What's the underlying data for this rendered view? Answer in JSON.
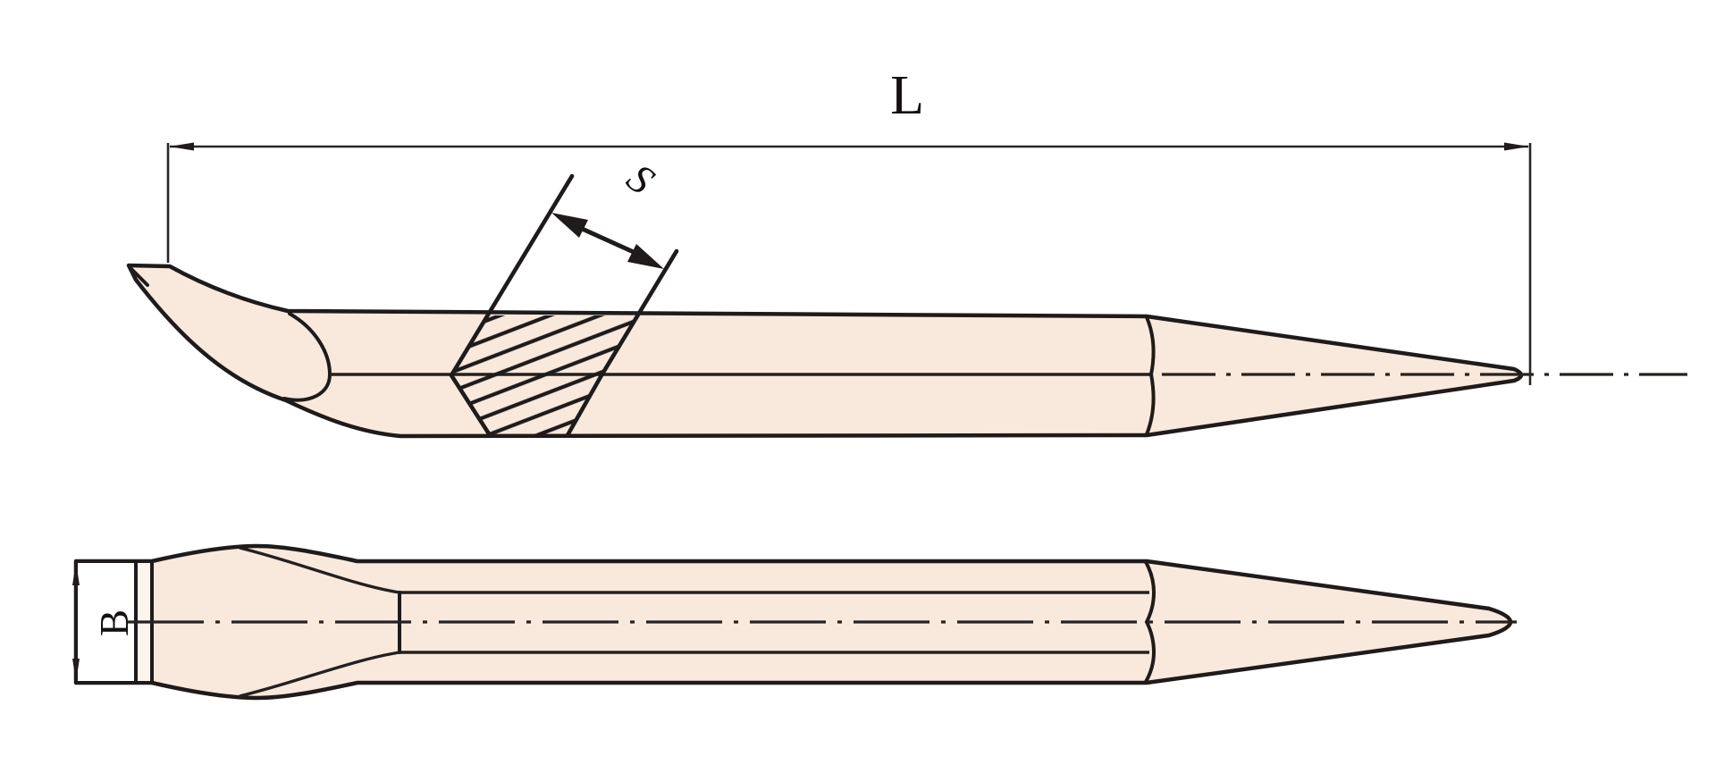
{
  "drawing": {
    "labels": {
      "overall_length": "L",
      "stock_size": "S",
      "blade_width": "B"
    },
    "colors": {
      "background": "#ffffff",
      "body_fill": "#f8e9dc",
      "bevel_fill": "#fdf4ec",
      "line": "#1f1b1b"
    }
  }
}
